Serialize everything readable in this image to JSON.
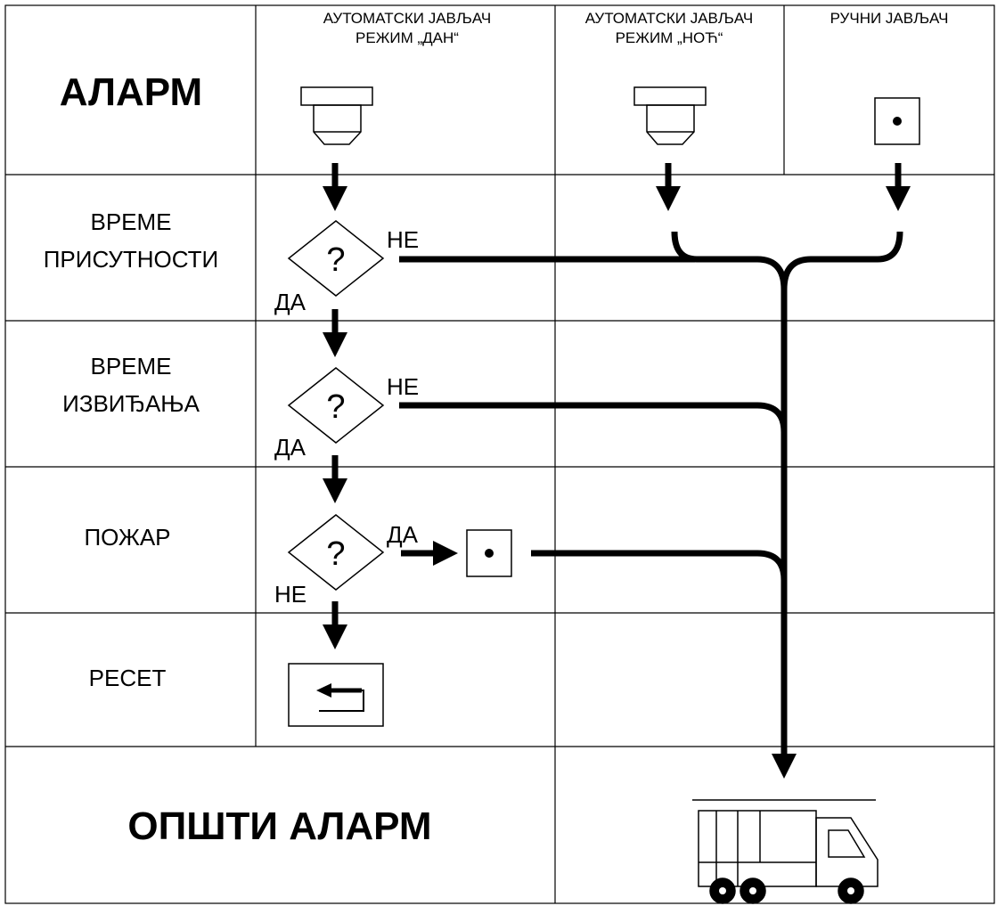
{
  "title": "АЛАРМ",
  "footer_title": "ОПШТИ АЛАРМ",
  "columns": {
    "auto_day": [
      "АУТОМАТСКИ ЈАВЉАЧ",
      "РЕЖИМ „ДАН“"
    ],
    "auto_night": [
      "АУТОМАТСКИ ЈАВЉАЧ",
      "РЕЖИМ „НОЋ“"
    ],
    "manual": [
      "РУЧНИ ЈАВЉАЧ"
    ]
  },
  "rows": {
    "presence_time": [
      "ВРЕМЕ",
      "ПРИСУТНОСТИ"
    ],
    "siren_time": [
      "ВРЕМЕ",
      "ИЗВИЂАЊА"
    ],
    "fire": [
      "ПОЖАР"
    ],
    "reset": [
      "РЕСЕТ"
    ]
  },
  "decision": {
    "symbol": "?",
    "yes": "ДА",
    "no": "НЕ"
  },
  "icons": {
    "detector": "smoke-detector-icon",
    "manual_call_point": "manual-call-point-icon",
    "reset": "reset-arrow-icon",
    "fire_truck": "fire-truck-icon"
  }
}
